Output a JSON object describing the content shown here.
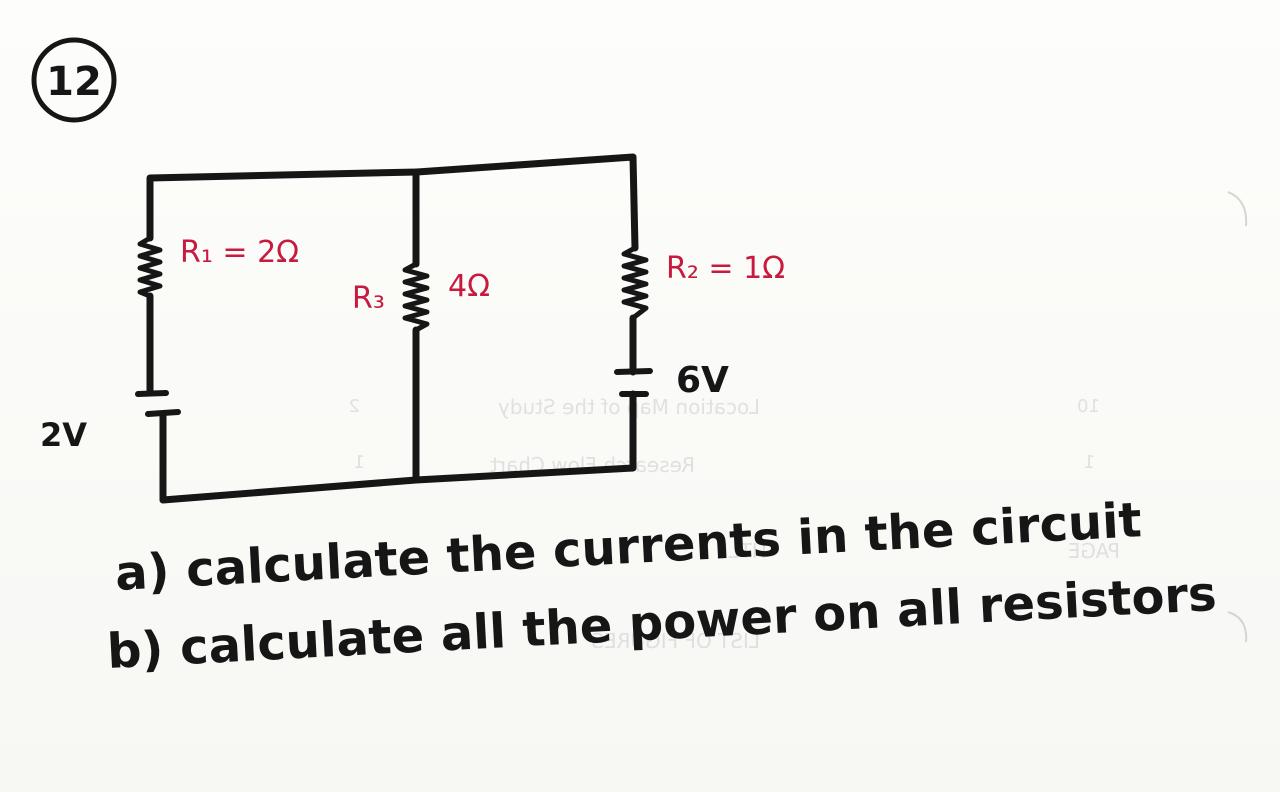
{
  "problem": {
    "number": "12"
  },
  "circuit": {
    "r1_label": "R₁ = 2Ω",
    "r3_label": "R₃",
    "r3_value": "4Ω",
    "r2_label": "R₂ = 1Ω",
    "v_left": "2V",
    "v_right": "6V"
  },
  "questions": {
    "a": "a) calculate the currents in the circuit",
    "b": "b) calculate all the power on all resistors"
  },
  "show_through": {
    "location_map": "Location Map of the Study",
    "research_flow": "Research Flow Chart",
    "title": "TITLE",
    "page": "PAGE",
    "list_of_figures": "LIST OF FIGURES",
    "num_2": "2",
    "num_1": "1",
    "num_10": "10",
    "num_1b": "1"
  },
  "colors": {
    "ink": "#161616",
    "annotation_red": "#c8193f"
  }
}
